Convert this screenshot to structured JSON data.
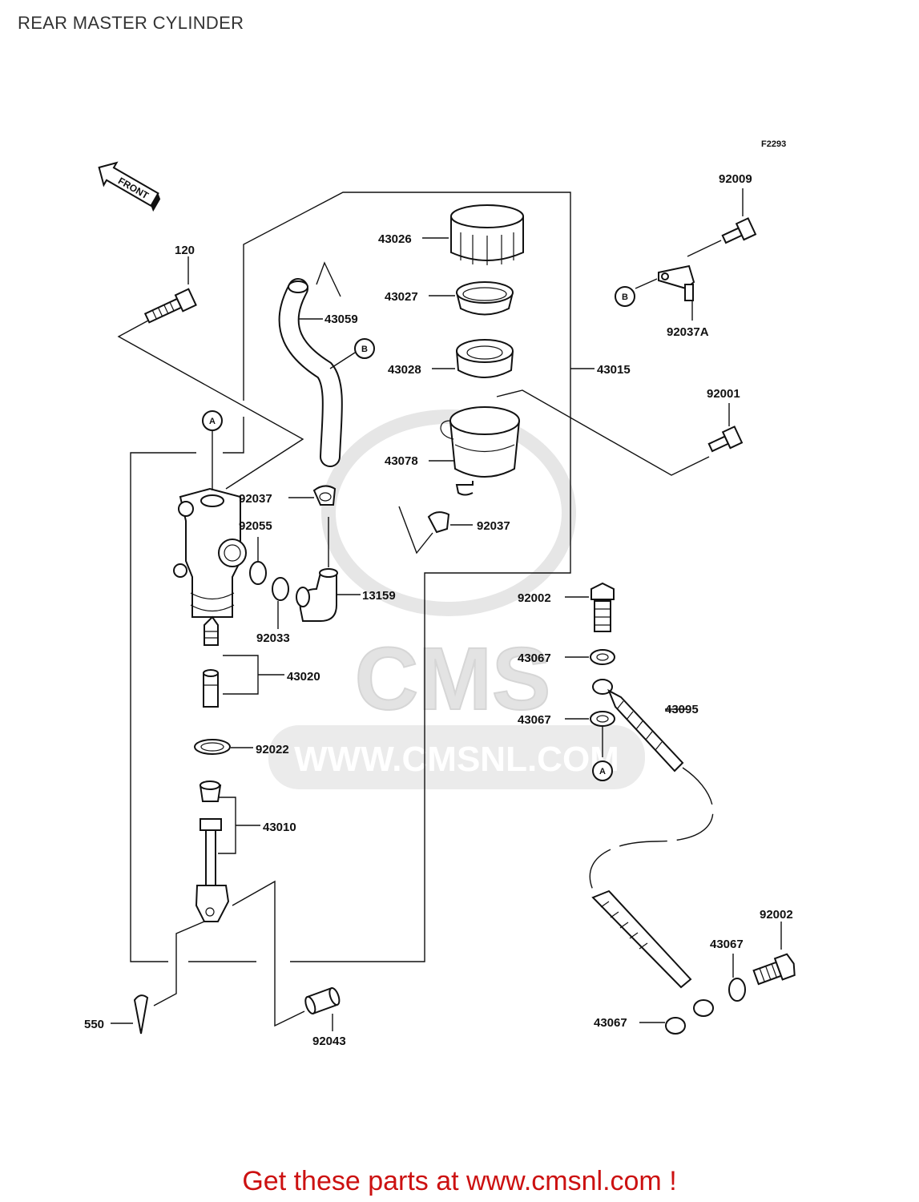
{
  "title": "REAR MASTER CYLINDER",
  "diagram_code": "F2293",
  "front_marker": "FRONT",
  "watermark": {
    "brand": "CMS",
    "url": "WWW.CMSNL.COM"
  },
  "callouts": {
    "a_top": "A",
    "a_bottom": "A",
    "b_left": "B",
    "b_right": "B"
  },
  "parts": {
    "p120": "120",
    "p43026": "43026",
    "p43027": "43027",
    "p43028": "43028",
    "p43059": "43059",
    "p43015": "43015",
    "p43078": "43078",
    "p92009": "92009",
    "p92037a": "92037A",
    "p92001": "92001",
    "p92037_left": "92037",
    "p92037_right": "92037",
    "p92055": "92055",
    "p92033": "92033",
    "p13159": "13159",
    "p43020": "43020",
    "p92022": "92022",
    "p43010": "43010",
    "p550": "550",
    "p92043": "92043",
    "p92002_top": "92002",
    "p43067_a": "43067",
    "p43067_b": "43067",
    "p43095": "43095",
    "p92002_bottom": "92002",
    "p43067_c": "43067",
    "p43067_d": "43067"
  },
  "footer": "Get these parts at www.cmsnl.com !",
  "colors": {
    "footer": "#cc1111",
    "line": "#111111",
    "watermark": "#e6e6e6"
  }
}
